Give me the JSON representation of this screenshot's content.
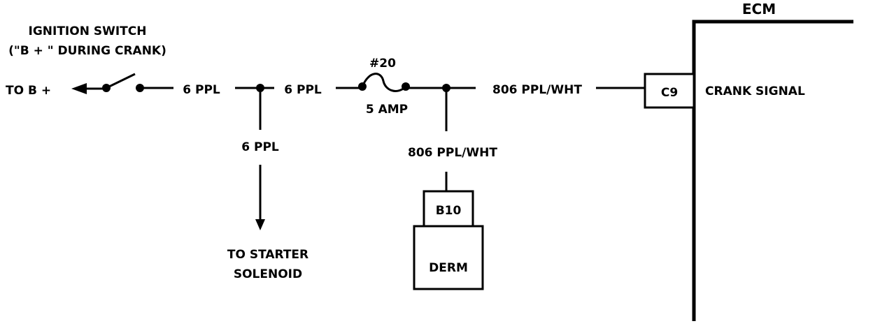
{
  "diagram": {
    "ignition_switch_title": "IGNITION SWITCH",
    "ignition_switch_subtitle": "(\"B + \" DURING CRANK)",
    "to_b_plus": "TO B +",
    "wire_6ppl_a": "6 PPL",
    "wire_6ppl_b": "6 PPL",
    "wire_6ppl_down": "6 PPL",
    "to_starter_line1": "TO STARTER",
    "to_starter_line2": "SOLENOID",
    "fuse_number": "#20",
    "fuse_rating": "5 AMP",
    "wire_806_horizontal": "806 PPL/WHT",
    "wire_806_vertical": "806 PPL/WHT",
    "connector_b10": "B10",
    "module_derm": "DERM",
    "connector_c9": "C9",
    "crank_signal": "CRANK SIGNAL",
    "ecm_label": "ECM"
  }
}
